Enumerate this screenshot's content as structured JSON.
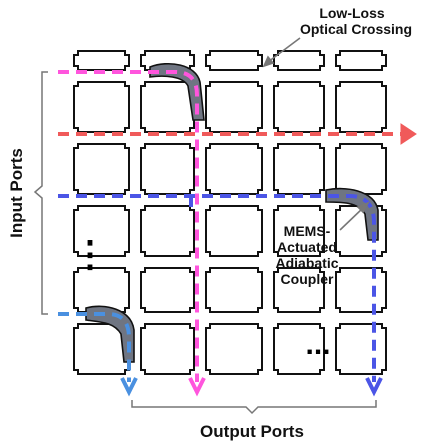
{
  "labels": {
    "crossing_line1": "Low-Loss",
    "crossing_line2": "Optical Crossing",
    "coupler_line1": "MEMS-",
    "coupler_line2": "Actuated",
    "coupler_line3": "Adiabatic",
    "coupler_line4": "Coupler",
    "input_ports": "Input Ports",
    "output_ports": "Output Ports",
    "vertical_ellipsis": "⋮",
    "horizontal_ellipsis": "..."
  },
  "colors": {
    "waveguide": "#111111",
    "coupler_fill": "#6f7582",
    "magenta": "#ff55dd",
    "red": "#f05a5a",
    "blue": "#4b55e6",
    "light_blue": "#4a90e0",
    "bracket": "#777777"
  }
}
